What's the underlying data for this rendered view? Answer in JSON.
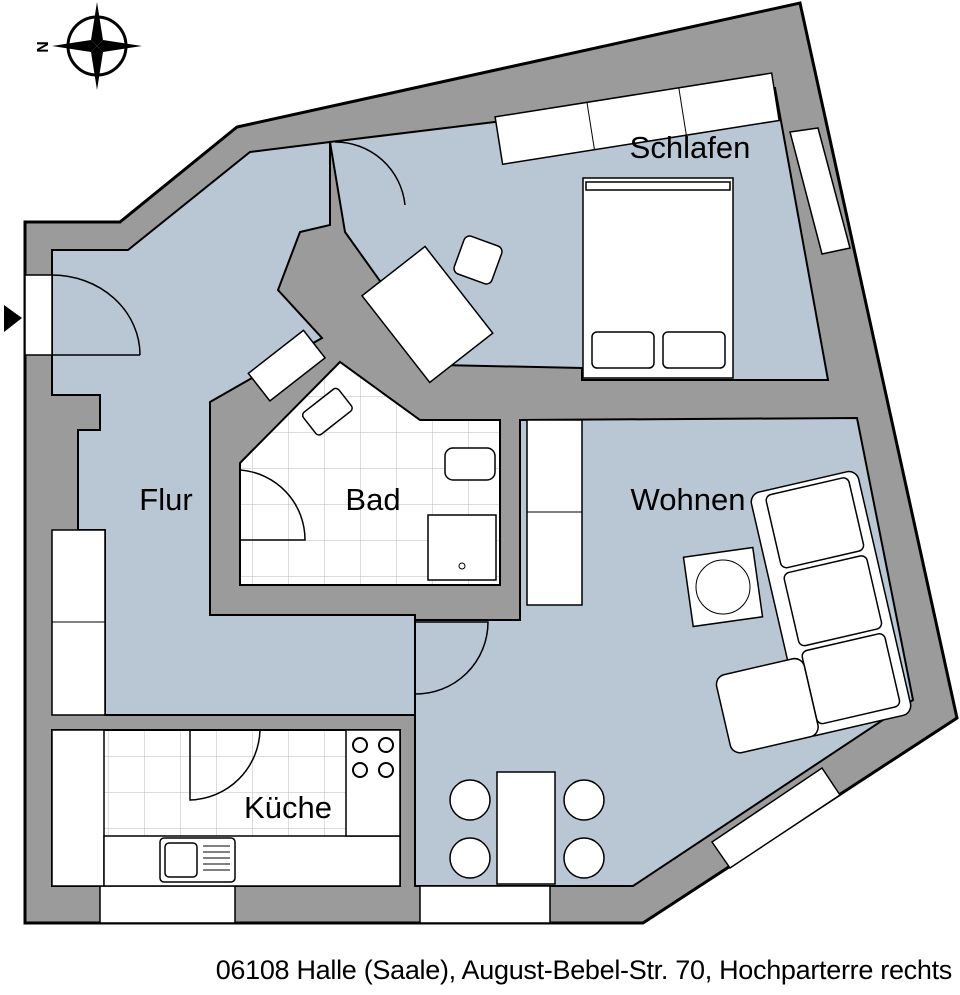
{
  "compass": {
    "north_label": "N"
  },
  "rooms": {
    "schlafen": "Schlafen",
    "flur": "Flur",
    "bad": "Bad",
    "wohnen": "Wohnen",
    "kueche": "Küche"
  },
  "address": "06108 Halle (Saale), August-Bebel-Str. 70, Hochparterre rechts",
  "colors": {
    "floor": "#b9c7d5",
    "wall": "#9b9b9b",
    "tile": "#ffffff"
  }
}
